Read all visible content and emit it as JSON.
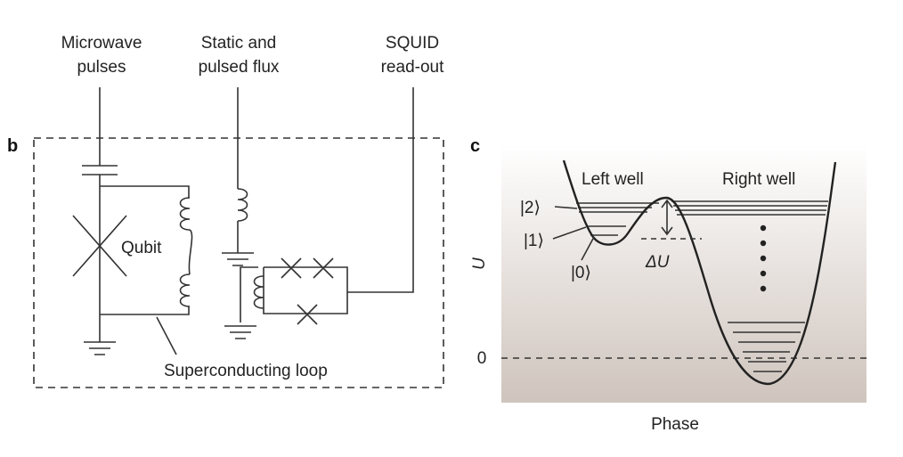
{
  "panel_b": {
    "letter": "b",
    "top_labels": [
      [
        "Microwave",
        "pulses"
      ],
      [
        "Static and",
        "pulsed flux"
      ],
      [
        "SQUID",
        "read-out"
      ]
    ],
    "qubit_label": "Qubit",
    "loop_label": "Superconducting loop"
  },
  "panel_c": {
    "letter": "c",
    "left_well": "Left well",
    "right_well": "Right well",
    "state_2": "|2⟩",
    "state_1": "|1⟩",
    "state_0": "|0⟩",
    "delta_u": "ΔU",
    "ylabel": "U",
    "zero": "0",
    "xlabel": "Phase",
    "background_top": "#ffffff",
    "background_bottom": "#cfc4bd"
  }
}
